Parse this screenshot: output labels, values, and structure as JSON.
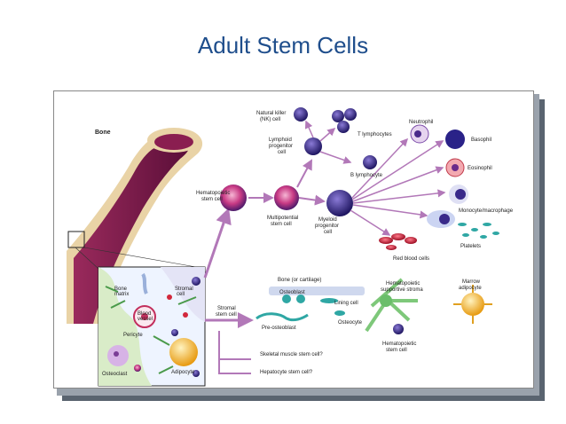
{
  "slide": {
    "title": "Adult Stem Cells"
  },
  "diagram": {
    "bone": "Bone",
    "hsc": [
      "Hematopoietic",
      "stem cell"
    ],
    "nk": [
      "Natural killer",
      "(NK) cell"
    ],
    "lymphoid": [
      "Lymphoid",
      "progenitor",
      "cell"
    ],
    "t_lymph": "T lymphocytes",
    "b_lymph": "B lymphocyte",
    "multipotential": [
      "Multipotential",
      "stem cell"
    ],
    "myeloid": [
      "Myeloid",
      "progenitor",
      "cell"
    ],
    "neutrophil": "Neutrophil",
    "basophil": "Basophil",
    "eosinophil": "Eosinophil",
    "monocyte": "Monocyte/macrophage",
    "platelets": "Platelets",
    "rbc": "Red blood cells",
    "marrow_labels": {
      "bone_matrix": [
        "Bone",
        "matrix"
      ],
      "stromal_cell": [
        "Stromal",
        "cell"
      ],
      "blood_vessel": [
        "Blood",
        "vessel"
      ],
      "pericyte": "Pericyte",
      "osteoclast": "Osteoclast",
      "adipocyte": "Adipocyte"
    },
    "stromal_stem": [
      "Stromal",
      "stem cell"
    ],
    "bone_cartilage": "Bone (or cartilage)",
    "osteoblast": "Osteoblast",
    "lining_cell": "Lining cell",
    "osteocyte": "Osteocyte",
    "pre_osteoblast": "Pre-osteoblast",
    "skeletal": "Skeletal muscle stem cell?",
    "hepatocyte": "Hepatocyte stem cell?",
    "hema_stroma": [
      "Hematopoietic",
      "supportive stroma"
    ],
    "marrow_adipocyte": [
      "Marrow",
      "adipocyte"
    ],
    "hsc2": [
      "Hematopoietic",
      "stem cell"
    ]
  },
  "colors": {
    "title": "#1f4e8c",
    "bone_marrow": "#7a1a4a",
    "bone_shell": "#e9d3a6",
    "arrow": "#b278b8",
    "cell_purple": "#3a2a8a",
    "cell_pink": "#c03a7a",
    "rbc": "#d2283c",
    "teal": "#2fa7a4",
    "stroma_green": "#7ec87a",
    "adipocyte_yellow": "#f1b93a"
  }
}
